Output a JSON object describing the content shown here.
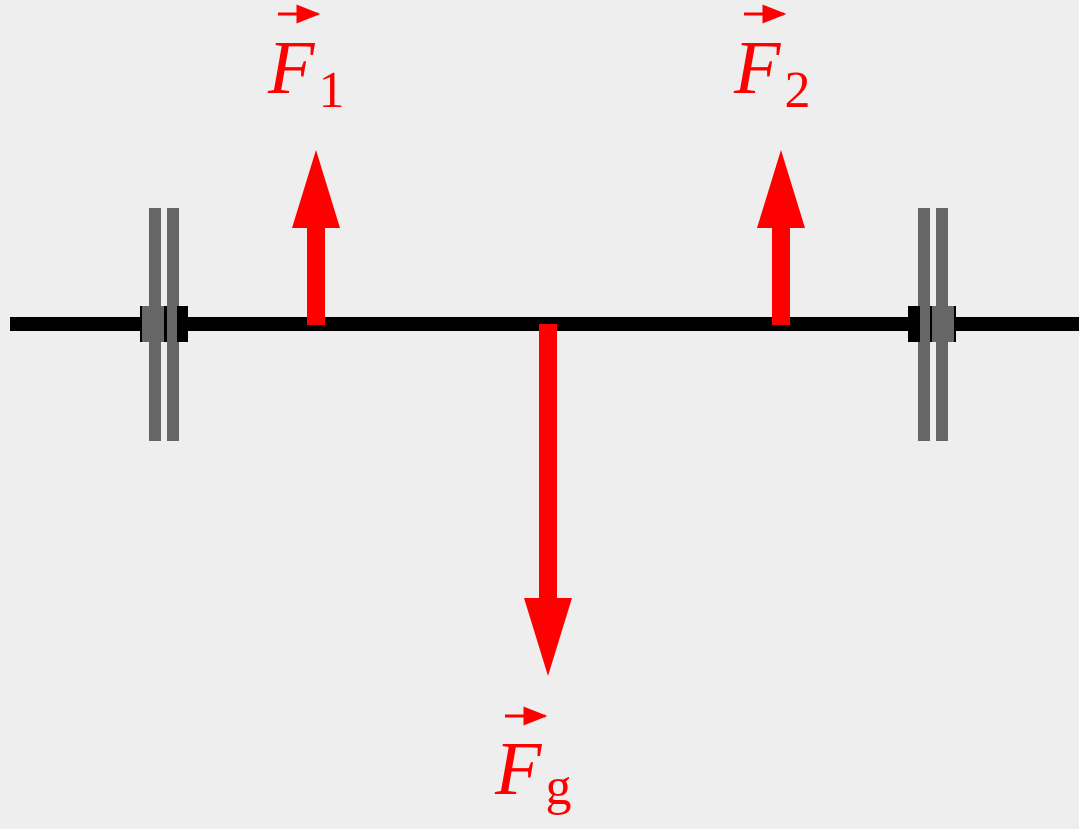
{
  "colors": {
    "background": "#eeeeee",
    "bar": "#000000",
    "plate": "#666666",
    "force": "#ff0000"
  },
  "forces": {
    "f1": {
      "symbol": "F",
      "subscript": "1",
      "direction": "up"
    },
    "f2": {
      "symbol": "F",
      "subscript": "2",
      "direction": "up"
    },
    "fg": {
      "symbol": "F",
      "subscript": "g",
      "direction": "down"
    }
  }
}
